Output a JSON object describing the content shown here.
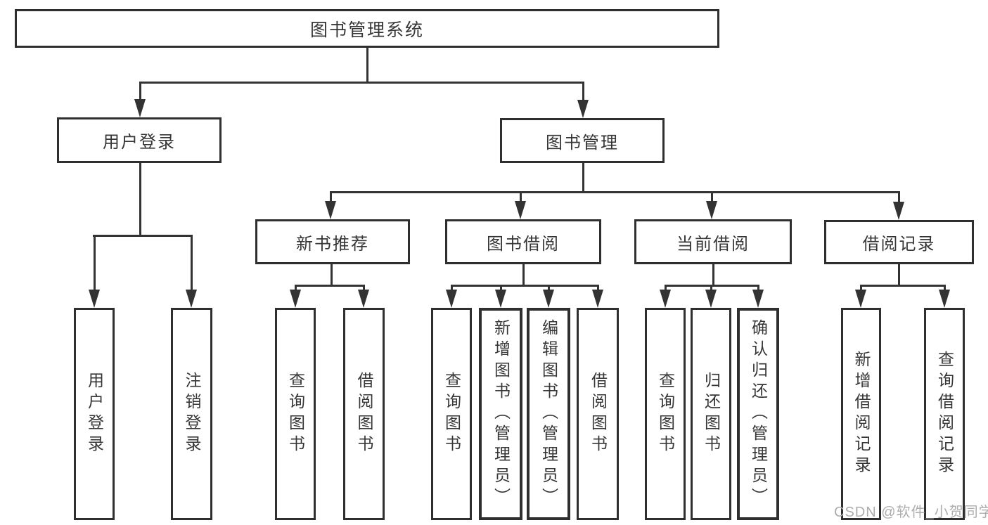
{
  "diagram": {
    "type": "function-structure-tree",
    "levels": 4
  },
  "tree": {
    "root": "图书管理系统",
    "branches": [
      {
        "label": "用户登录",
        "children": [
          "用户登录",
          "注销登录"
        ]
      },
      {
        "label": "图书管理",
        "groups": [
          {
            "label": "新书推荐",
            "children": [
              "查询图书",
              "借阅图书"
            ]
          },
          {
            "label": "图书借阅",
            "children": [
              "查询图书",
              "新增图书（管理员）",
              "编辑图书（管理员）",
              "借阅图书"
            ]
          },
          {
            "label": "当前借阅",
            "children": [
              "查询图书",
              "归还图书",
              "确认归还（管理员）"
            ]
          },
          {
            "label": "借阅记录",
            "children": [
              "新增借阅记录",
              "查询借阅记录"
            ]
          }
        ]
      }
    ]
  },
  "watermark": {
    "text": "CSDN @软件_小贺同学",
    "color": "#adadad"
  },
  "colors": {
    "background": "#ffffff",
    "box_border": "#2f2f2f",
    "box_fill": "#ffffff",
    "line": "#333333",
    "text": "#363636"
  }
}
